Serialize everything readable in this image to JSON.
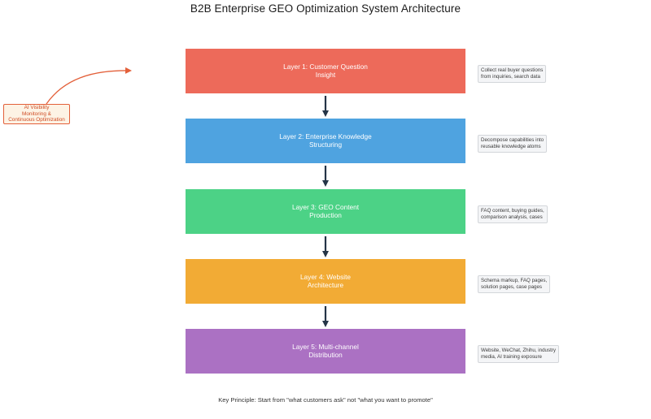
{
  "title": "B2B Enterprise GEO Optimization System Architecture",
  "layers": [
    {
      "label": "Layer 1: Customer Question\nInsight",
      "color": "#ed6a5a",
      "note": "Collect real buyer questions\nfrom inquiries, search data"
    },
    {
      "label": "Layer 2: Enterprise Knowledge\nStructuring",
      "color": "#4fa3e0",
      "note": "Decompose capabilities into\nreusable knowledge atoms"
    },
    {
      "label": "Layer 3: GEO Content\nProduction",
      "color": "#4cd286",
      "note": "FAQ content, buying guides,\ncomparison analysis, cases"
    },
    {
      "label": "Layer 4: Website\nArchitecture",
      "color": "#f2ab35",
      "note": "Schema markup, FAQ pages,\nsolution pages, case pages"
    },
    {
      "label": "Layer 5: Multi-channel\nDistribution",
      "color": "#ab71c3",
      "note": "Website, WeChat, Zhihu, industry\nmedia, AI training exposure"
    }
  ],
  "feedback": {
    "label": "AI Visibility\nMonitoring &\nContinuous Optimization",
    "color": "#e3603a"
  },
  "key_principle": "Key Principle: Start from \"what customers ask\" not \"what you want to promote\"",
  "arrow_color": "#243447"
}
